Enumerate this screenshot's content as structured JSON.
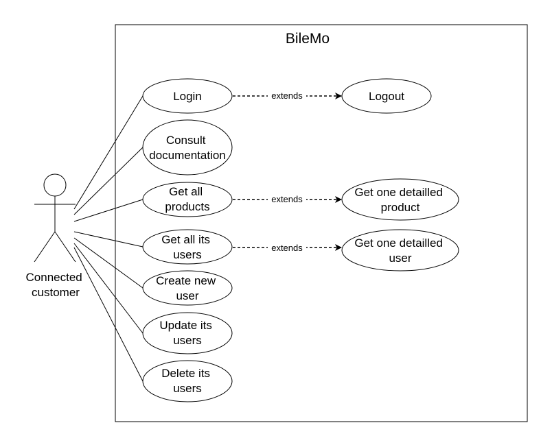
{
  "system": {
    "title": "BileMo"
  },
  "actor": {
    "label_lines": [
      "Connected",
      "customer"
    ]
  },
  "use_cases": [
    {
      "id": "login",
      "lines": [
        "Login"
      ]
    },
    {
      "id": "logout",
      "lines": [
        "Logout"
      ]
    },
    {
      "id": "consult-doc",
      "lines": [
        "Consult",
        "documentation"
      ]
    },
    {
      "id": "get-all-products",
      "lines": [
        "Get all",
        "products"
      ]
    },
    {
      "id": "get-one-product",
      "lines": [
        "Get one detailled",
        "product"
      ]
    },
    {
      "id": "get-all-users",
      "lines": [
        "Get all its",
        "users"
      ]
    },
    {
      "id": "get-one-user",
      "lines": [
        "Get one detailled",
        "user"
      ]
    },
    {
      "id": "create-user",
      "lines": [
        "Create new",
        "user"
      ]
    },
    {
      "id": "update-users",
      "lines": [
        "Update its",
        "users"
      ]
    },
    {
      "id": "delete-users",
      "lines": [
        "Delete its",
        "users"
      ]
    }
  ],
  "relations": [
    {
      "label": "extends"
    },
    {
      "label": "extends"
    },
    {
      "label": "extends"
    }
  ]
}
